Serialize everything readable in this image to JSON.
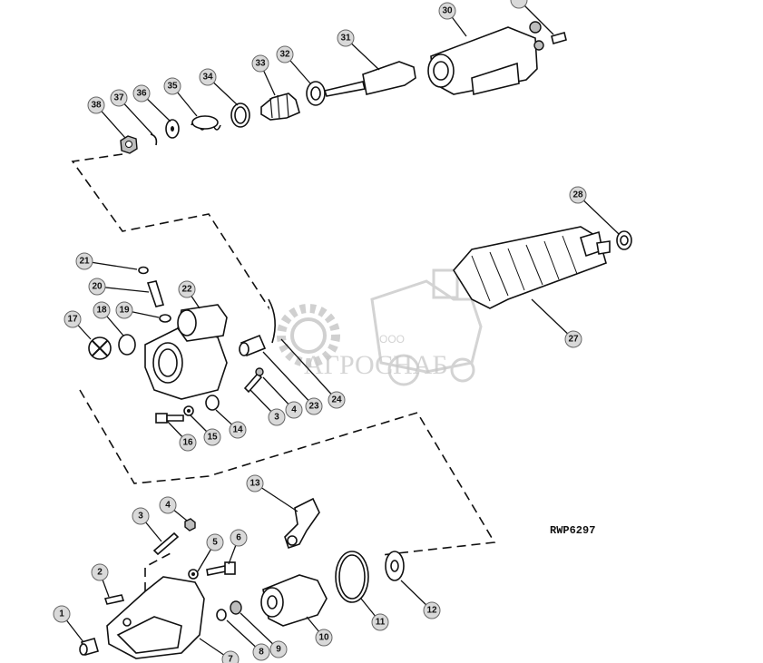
{
  "diagram": {
    "reference_code": "RWP6297",
    "callouts": [
      "1",
      "2",
      "3",
      "4",
      "5",
      "6",
      "7",
      "8",
      "9",
      "10",
      "11",
      "12",
      "13",
      "14",
      "15",
      "16",
      "17",
      "18",
      "19",
      "20",
      "21",
      "22",
      "23",
      "24",
      "27",
      "28",
      "30",
      "31",
      "32",
      "33",
      "34",
      "35",
      "36",
      "37",
      "38"
    ]
  },
  "watermark": {
    "company_prefix": "ООО",
    "company_name": "АГРОСНАБ"
  }
}
